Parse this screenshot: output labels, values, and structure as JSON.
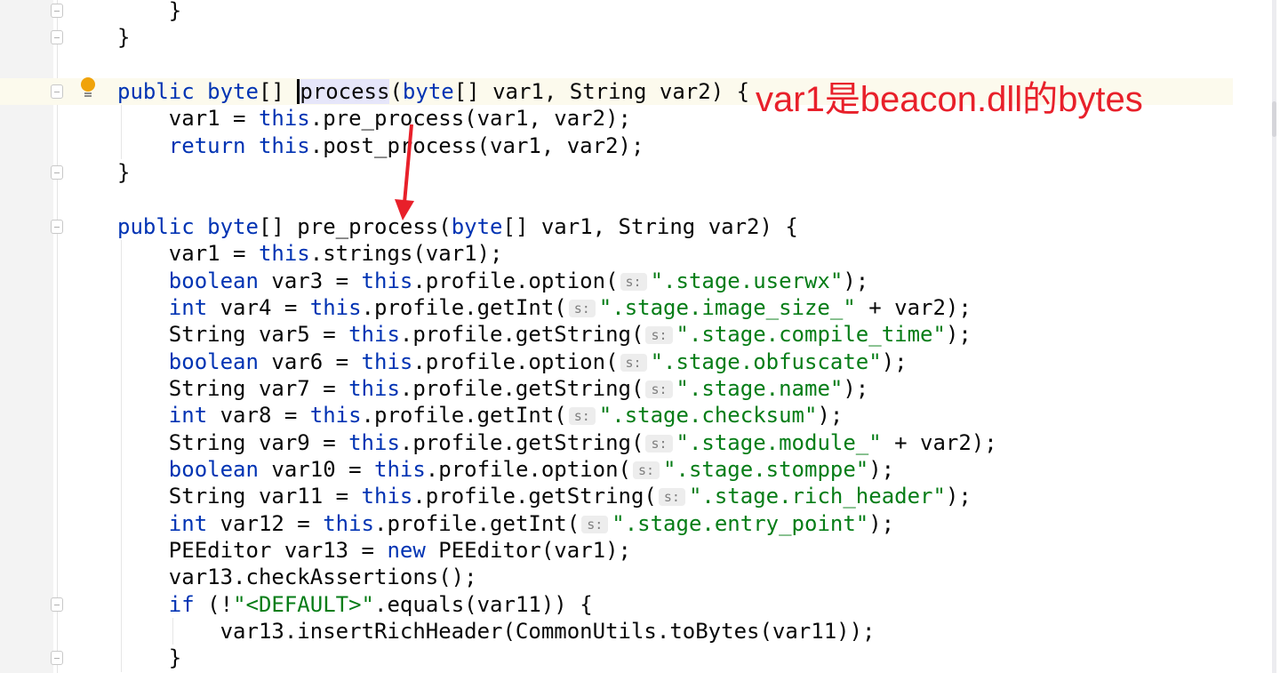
{
  "annotation": {
    "text": "var1是beacon.dll的bytes",
    "color": "#e8202a"
  },
  "hint_label": "s:",
  "lines": [
    {
      "indent": 2,
      "tokens": [
        [
          "t",
          "}"
        ]
      ]
    },
    {
      "indent": 1,
      "tokens": [
        [
          "t",
          "}"
        ]
      ]
    },
    {
      "indent": 0,
      "tokens": []
    },
    {
      "indent": 1,
      "current": true,
      "tokens": [
        [
          "kw",
          "public"
        ],
        [
          "t",
          " "
        ],
        [
          "kw",
          "byte"
        ],
        [
          "t",
          "[] "
        ],
        [
          "sel",
          "process"
        ],
        [
          "t",
          "("
        ],
        [
          "kw",
          "byte"
        ],
        [
          "t",
          "[] var1, String var2) {"
        ]
      ]
    },
    {
      "indent": 2,
      "tokens": [
        [
          "t",
          "var1 = "
        ],
        [
          "kw",
          "this"
        ],
        [
          "t",
          ".pre_process(var1, var2);"
        ]
      ]
    },
    {
      "indent": 2,
      "tokens": [
        [
          "kw",
          "return"
        ],
        [
          "t",
          " "
        ],
        [
          "kw",
          "this"
        ],
        [
          "t",
          ".post_process(var1, var2);"
        ]
      ]
    },
    {
      "indent": 1,
      "tokens": [
        [
          "t",
          "}"
        ]
      ]
    },
    {
      "indent": 0,
      "tokens": []
    },
    {
      "indent": 1,
      "tokens": [
        [
          "kw",
          "public"
        ],
        [
          "t",
          " "
        ],
        [
          "kw",
          "byte"
        ],
        [
          "t",
          "[] pre_process("
        ],
        [
          "kw",
          "byte"
        ],
        [
          "t",
          "[] var1, String var2) {"
        ]
      ]
    },
    {
      "indent": 2,
      "tokens": [
        [
          "t",
          "var1 = "
        ],
        [
          "kw",
          "this"
        ],
        [
          "t",
          ".strings(var1);"
        ]
      ]
    },
    {
      "indent": 2,
      "tokens": [
        [
          "kw",
          "boolean"
        ],
        [
          "t",
          " var3 = "
        ],
        [
          "kw",
          "this"
        ],
        [
          "t",
          ".profile.option("
        ],
        [
          "hint",
          "s:"
        ],
        [
          "str",
          "\".stage.userwx\""
        ],
        [
          "t",
          ");"
        ]
      ]
    },
    {
      "indent": 2,
      "tokens": [
        [
          "kw",
          "int"
        ],
        [
          "t",
          " var4 = "
        ],
        [
          "kw",
          "this"
        ],
        [
          "t",
          ".profile.getInt("
        ],
        [
          "hint",
          "s:"
        ],
        [
          "str",
          "\".stage.image_size_\""
        ],
        [
          "t",
          " + var2);"
        ]
      ]
    },
    {
      "indent": 2,
      "tokens": [
        [
          "t",
          "String var5 = "
        ],
        [
          "kw",
          "this"
        ],
        [
          "t",
          ".profile.getString("
        ],
        [
          "hint",
          "s:"
        ],
        [
          "str",
          "\".stage.compile_time\""
        ],
        [
          "t",
          ");"
        ]
      ]
    },
    {
      "indent": 2,
      "tokens": [
        [
          "kw",
          "boolean"
        ],
        [
          "t",
          " var6 = "
        ],
        [
          "kw",
          "this"
        ],
        [
          "t",
          ".profile.option("
        ],
        [
          "hint",
          "s:"
        ],
        [
          "str",
          "\".stage.obfuscate\""
        ],
        [
          "t",
          ");"
        ]
      ]
    },
    {
      "indent": 2,
      "tokens": [
        [
          "t",
          "String var7 = "
        ],
        [
          "kw",
          "this"
        ],
        [
          "t",
          ".profile.getString("
        ],
        [
          "hint",
          "s:"
        ],
        [
          "str",
          "\".stage.name\""
        ],
        [
          "t",
          ");"
        ]
      ]
    },
    {
      "indent": 2,
      "tokens": [
        [
          "kw",
          "int"
        ],
        [
          "t",
          " var8 = "
        ],
        [
          "kw",
          "this"
        ],
        [
          "t",
          ".profile.getInt("
        ],
        [
          "hint",
          "s:"
        ],
        [
          "str",
          "\".stage.checksum\""
        ],
        [
          "t",
          ");"
        ]
      ]
    },
    {
      "indent": 2,
      "tokens": [
        [
          "t",
          "String var9 = "
        ],
        [
          "kw",
          "this"
        ],
        [
          "t",
          ".profile.getString("
        ],
        [
          "hint",
          "s:"
        ],
        [
          "str",
          "\".stage.module_\""
        ],
        [
          "t",
          " + var2);"
        ]
      ]
    },
    {
      "indent": 2,
      "tokens": [
        [
          "kw",
          "boolean"
        ],
        [
          "t",
          " var10 = "
        ],
        [
          "kw",
          "this"
        ],
        [
          "t",
          ".profile.option("
        ],
        [
          "hint",
          "s:"
        ],
        [
          "str",
          "\".stage.stomppe\""
        ],
        [
          "t",
          ");"
        ]
      ]
    },
    {
      "indent": 2,
      "tokens": [
        [
          "t",
          "String var11 = "
        ],
        [
          "kw",
          "this"
        ],
        [
          "t",
          ".profile.getString("
        ],
        [
          "hint",
          "s:"
        ],
        [
          "str",
          "\".stage.rich_header\""
        ],
        [
          "t",
          ");"
        ]
      ]
    },
    {
      "indent": 2,
      "tokens": [
        [
          "kw",
          "int"
        ],
        [
          "t",
          " var12 = "
        ],
        [
          "kw",
          "this"
        ],
        [
          "t",
          ".profile.getInt("
        ],
        [
          "hint",
          "s:"
        ],
        [
          "str",
          "\".stage.entry_point\""
        ],
        [
          "t",
          ");"
        ]
      ]
    },
    {
      "indent": 2,
      "tokens": [
        [
          "t",
          "PEEditor var13 = "
        ],
        [
          "kw",
          "new"
        ],
        [
          "t",
          " PEEditor(var1);"
        ]
      ]
    },
    {
      "indent": 2,
      "tokens": [
        [
          "t",
          "var13.checkAssertions();"
        ]
      ]
    },
    {
      "indent": 2,
      "tokens": [
        [
          "kw",
          "if"
        ],
        [
          "t",
          " (!"
        ],
        [
          "str",
          "\"<DEFAULT>\""
        ],
        [
          "t",
          ".equals(var11)) {"
        ]
      ]
    },
    {
      "indent": 3,
      "tokens": [
        [
          "t",
          "var13.insertRichHeader(CommonUtils.toBytes(var11));"
        ]
      ]
    },
    {
      "indent": 2,
      "tokens": [
        [
          "t",
          "}"
        ]
      ]
    }
  ]
}
